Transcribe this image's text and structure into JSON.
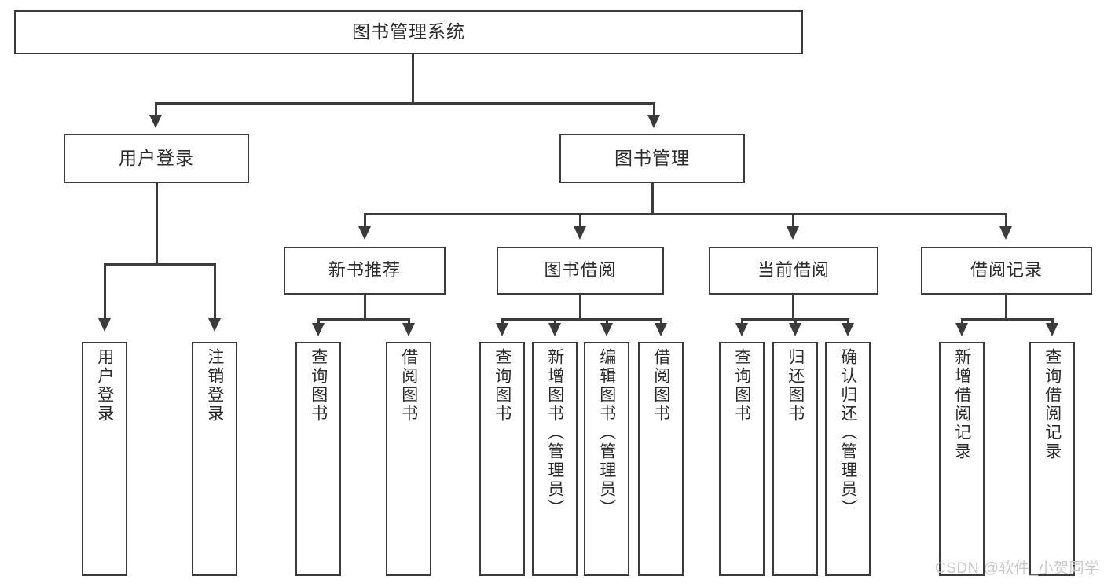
{
  "diagram": {
    "title": "图书管理系统",
    "type": "tree-hierarchy",
    "root": {
      "id": "root",
      "label": "图书管理系统"
    },
    "level2": [
      {
        "id": "user-login",
        "label": "用户登录"
      },
      {
        "id": "book-management",
        "label": "图书管理"
      }
    ],
    "level3": [
      {
        "id": "new-book-recommend",
        "label": "新书推荐",
        "parent": "book-management"
      },
      {
        "id": "book-borrow",
        "label": "图书借阅",
        "parent": "book-management"
      },
      {
        "id": "current-borrow",
        "label": "当前借阅",
        "parent": "book-management"
      },
      {
        "id": "borrow-record",
        "label": "借阅记录",
        "parent": "book-management"
      }
    ],
    "leaves": {
      "user_login": [
        {
          "id": "leaf-user-login",
          "label": "用户登录"
        },
        {
          "id": "leaf-user-logout",
          "label": "注销登录"
        }
      ],
      "new_book_recommend": [
        {
          "id": "leaf-query-book-1",
          "label": "查询图书"
        },
        {
          "id": "leaf-borrow-book-1",
          "label": "借阅图书"
        }
      ],
      "book_borrow": [
        {
          "id": "leaf-query-book-2",
          "label": "查询图书"
        },
        {
          "id": "leaf-add-book",
          "label": "新增图书（管理员）"
        },
        {
          "id": "leaf-edit-book",
          "label": "编辑图书（管理员）"
        },
        {
          "id": "leaf-borrow-book-2",
          "label": "借阅图书"
        }
      ],
      "current_borrow": [
        {
          "id": "leaf-query-book-3",
          "label": "查询图书"
        },
        {
          "id": "leaf-return-book",
          "label": "归还图书"
        },
        {
          "id": "leaf-confirm-return",
          "label": "确认归还（管理员）"
        }
      ],
      "borrow_record": [
        {
          "id": "leaf-add-borrow-record",
          "label": "新增借阅记录"
        },
        {
          "id": "leaf-query-borrow-record",
          "label": "查询借阅记录"
        }
      ]
    }
  },
  "watermark": {
    "text": "CSDN @软件_小贺同学"
  },
  "colors": {
    "stroke": "#3b3b3b",
    "text": "#2b2b2b",
    "background": "#ffffff",
    "watermark": "#c8c8c8"
  }
}
